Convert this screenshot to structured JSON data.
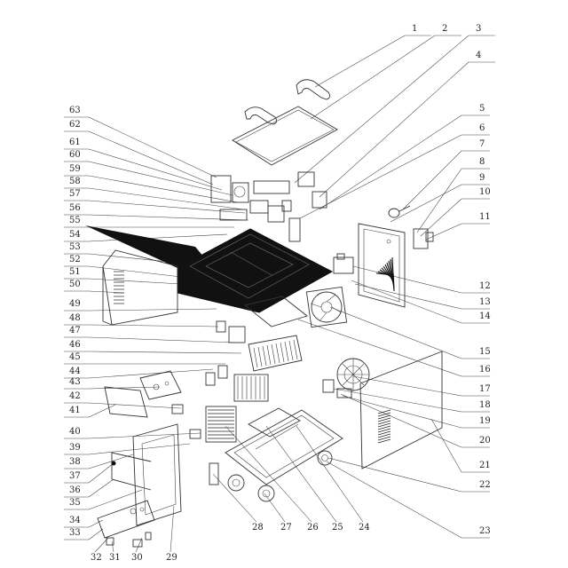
{
  "diagram": {
    "labels_top_right": [
      "1",
      "2",
      "3",
      "4"
    ],
    "labels_right": [
      "5",
      "6",
      "7",
      "8",
      "9",
      "10",
      "11",
      "12",
      "13",
      "14",
      "15",
      "16",
      "17",
      "18",
      "19",
      "20",
      "21",
      "22",
      "23"
    ],
    "labels_bottom": [
      "24",
      "25",
      "26",
      "27",
      "28",
      "29",
      "30",
      "31",
      "32"
    ],
    "labels_left": [
      "33",
      "34",
      "35",
      "36",
      "37",
      "38",
      "39",
      "40",
      "41",
      "42",
      "43",
      "44",
      "45",
      "46",
      "47",
      "48",
      "49",
      "50",
      "51",
      "52",
      "53",
      "54",
      "55",
      "56",
      "57",
      "58",
      "59",
      "60",
      "61",
      "62",
      "63"
    ]
  }
}
